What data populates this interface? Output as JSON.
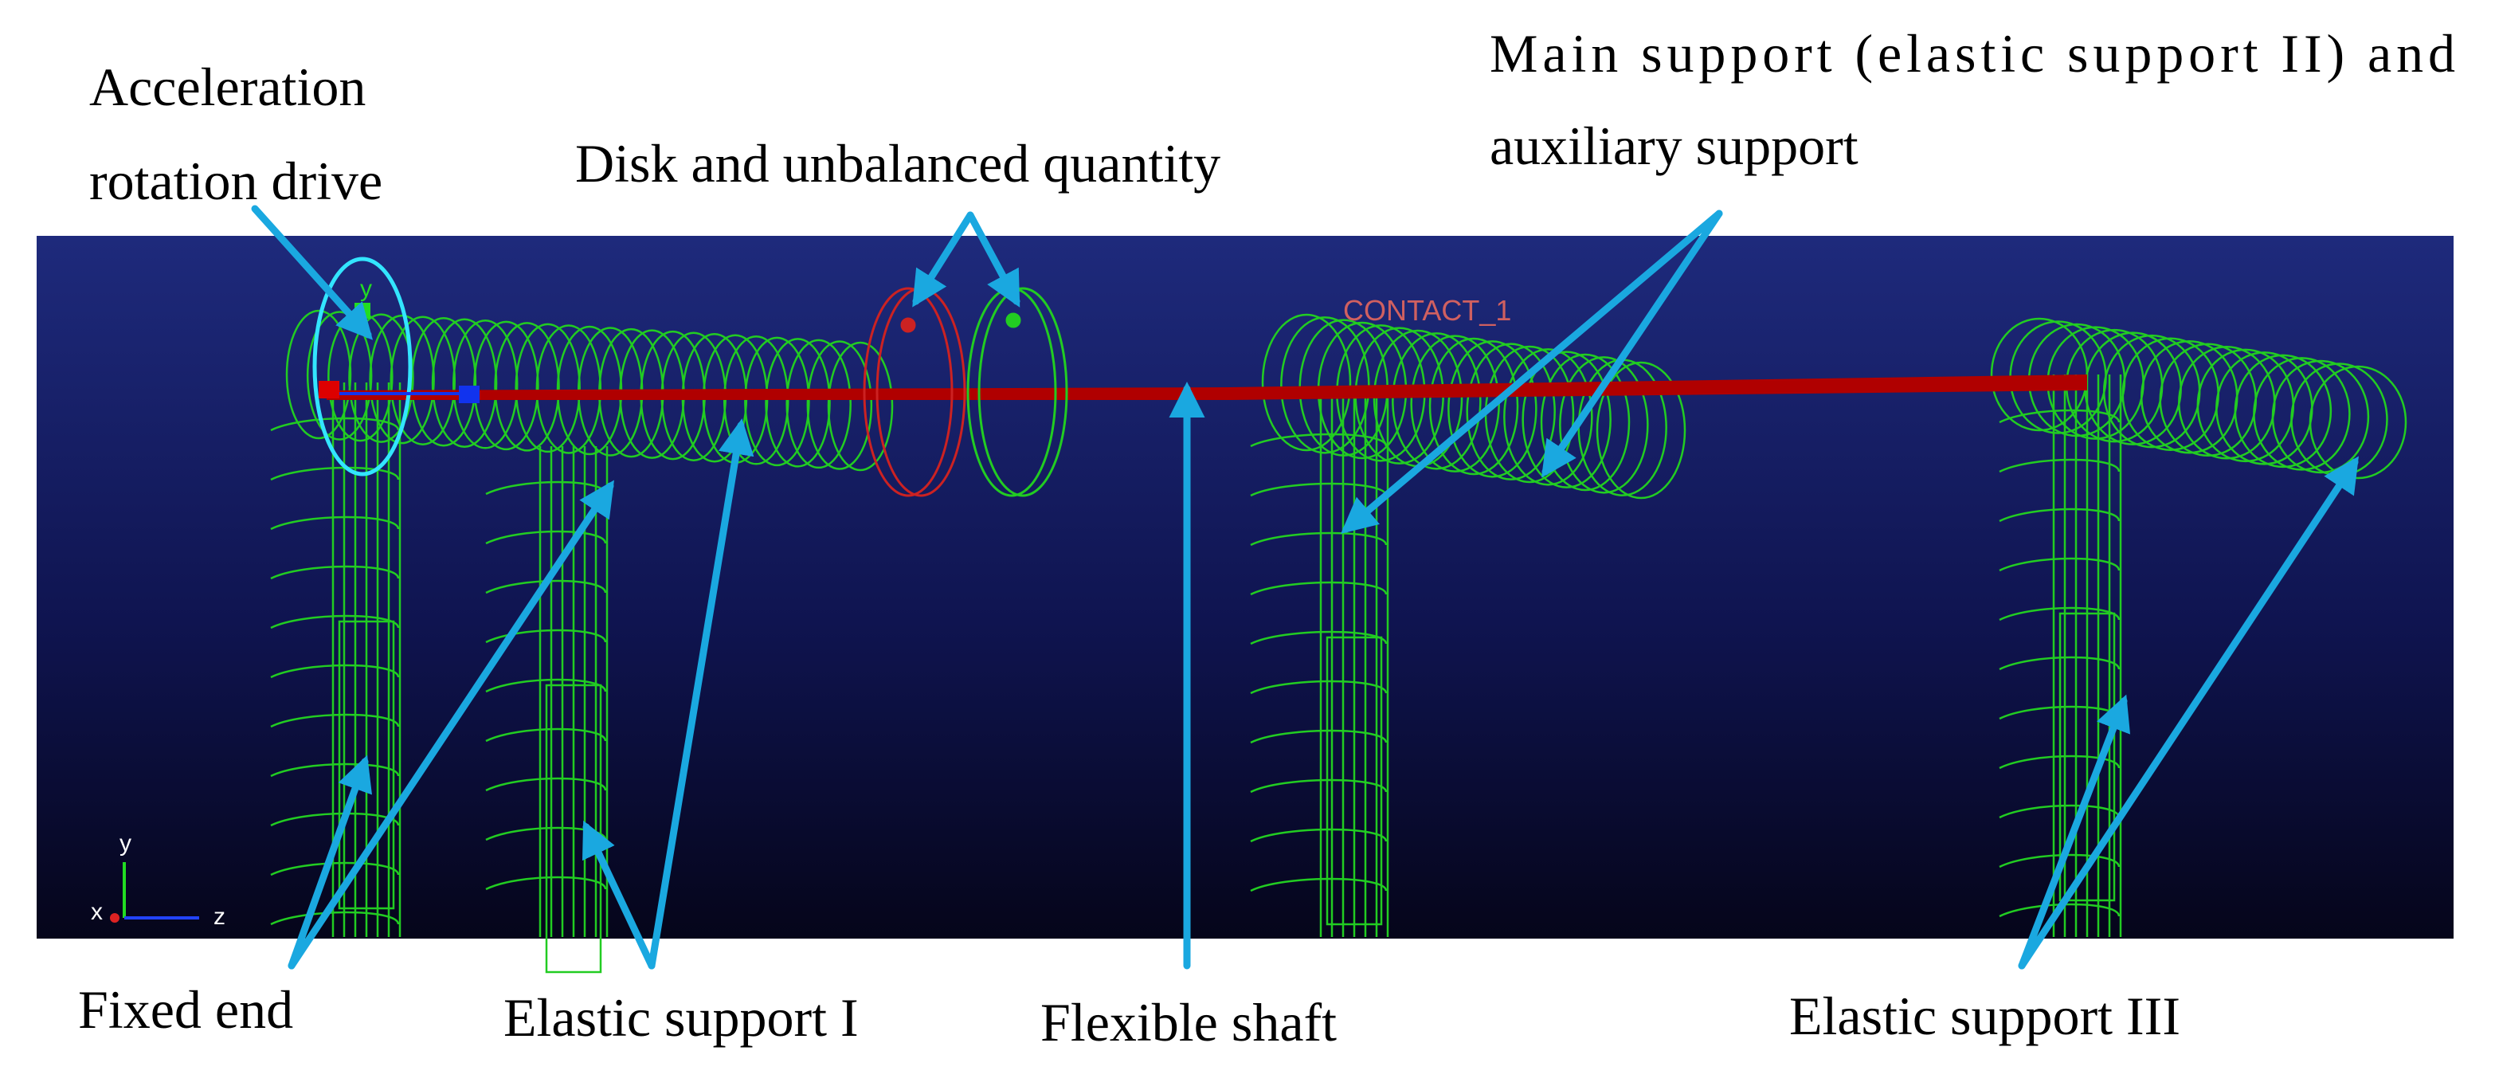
{
  "colors": {
    "viewport_top": "#1e2a7c",
    "viewport_bottom": "#05051a",
    "spring_green": "#22cc22",
    "shaft_red": "#b00000",
    "disk_red": "#cc2222",
    "arrow_blue": "#1aa8e0",
    "drive_cyan": "#33e5ff",
    "contact_label": "#d06060"
  },
  "labels": {
    "acceleration_line1": "Acceleration",
    "acceleration_line2": "rotation drive",
    "disk": "Disk and unbalanced quantity",
    "main_support_line1": "Main support (elastic support II) and",
    "main_support_line2": "auxiliary support",
    "fixed_end": "Fixed end",
    "elastic_support_1": "Elastic support I",
    "flexible_shaft": "Flexible shaft",
    "elastic_support_3": "Elastic support III",
    "contact": "CONTACT_1"
  },
  "triad": {
    "y": "y",
    "x": "x",
    "z": "z"
  },
  "marker_axis": "y",
  "icons": [
    "coordinate-triad-icon"
  ]
}
